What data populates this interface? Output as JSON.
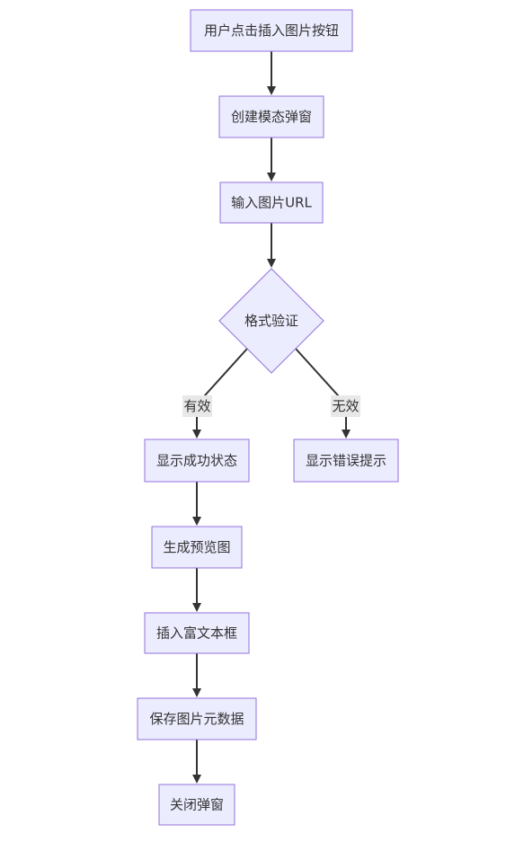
{
  "nodes": {
    "click_insert": "用户点击插入图片按钮",
    "create_modal": "创建模态弹窗",
    "input_url": "输入图片URL",
    "validate": "格式验证",
    "show_success": "显示成功状态",
    "show_error": "显示错误提示",
    "gen_preview": "生成预览图",
    "insert_rte": "插入富文本框",
    "save_meta": "保存图片元数据",
    "close_modal": "关闭弹窗"
  },
  "edges": {
    "valid": "有效",
    "invalid": "无效"
  },
  "colors": {
    "node_fill": "#ECECFF",
    "node_border": "#9370DB",
    "edge": "#333333",
    "label_bg": "#E8E8E8",
    "text": "#333333"
  }
}
